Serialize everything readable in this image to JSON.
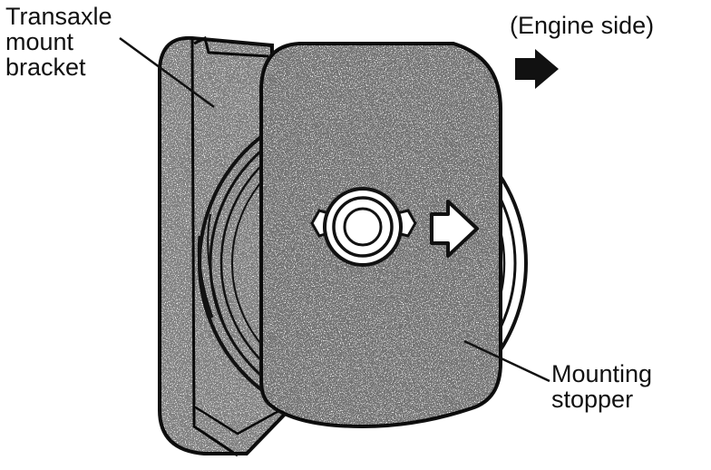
{
  "labels": {
    "bracket_line1": "Transaxle",
    "bracket_line2": "mount",
    "bracket_line3": "bracket",
    "engine_side": "(Engine side)",
    "stopper_line1": "Mounting",
    "stopper_line2": "stopper"
  },
  "icons": {
    "engine_direction": "right-arrow-icon",
    "stopper_direction": "hollow-right-arrow-icon"
  },
  "colors": {
    "ink": "#111111",
    "paper": "#ffffff"
  }
}
